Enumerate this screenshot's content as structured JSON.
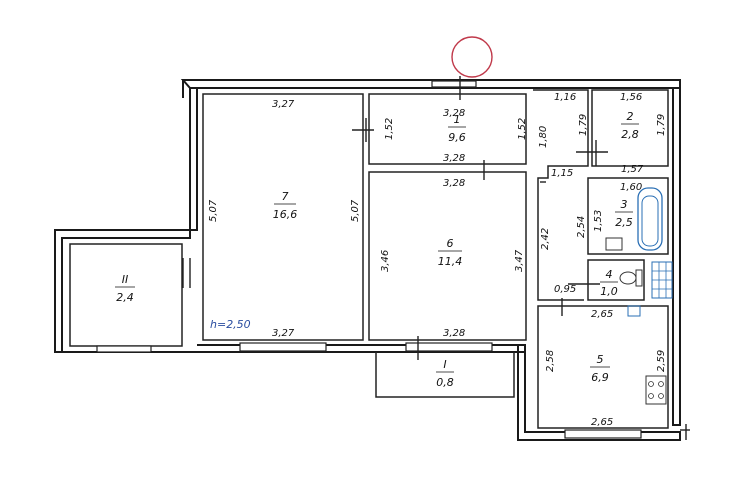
{
  "plan": {
    "height_note": "h=2,50",
    "rooms": [
      {
        "id": "1",
        "number": "1",
        "area": "9,6"
      },
      {
        "id": "2",
        "number": "2",
        "area": "2,8"
      },
      {
        "id": "3",
        "number": "3",
        "area": "2,5"
      },
      {
        "id": "4",
        "number": "4",
        "area": "1,0"
      },
      {
        "id": "5",
        "number": "5",
        "area": "6,9"
      },
      {
        "id": "6",
        "number": "6",
        "area": "11,4"
      },
      {
        "id": "7",
        "number": "7",
        "area": "16,6"
      },
      {
        "id": "balcony1",
        "number": "I",
        "area": "0,8"
      },
      {
        "id": "balcony2",
        "number": "II",
        "area": "2,4"
      }
    ],
    "dimensions": {
      "r7_top": "3,27",
      "r7_bottom": "3,27",
      "r7_left": "5,07",
      "r7_right": "5,07",
      "r1_top": "3,28",
      "r1_bottom": "3,28",
      "r1_left": "1,52",
      "r1_right": "1,52",
      "r6_top": "3,28",
      "r6_bottom": "3,28",
      "r6_left": "3,46",
      "r6_right": "3,47",
      "corr_top": "1,16",
      "corr_upper_left": "1,80",
      "corr_mid": "1,15",
      "corr_lower": "2,42",
      "corr_bottom": "0,95",
      "r2_top": "1,56",
      "r2_left": "1,79",
      "r2_right": "1,79",
      "r2_bottom": "1,57",
      "r3_top": "1,60",
      "r3_left": "2,54",
      "r3_inner": "1,53",
      "r5_top": "2,65",
      "r5_bottom": "2,65",
      "r5_left": "2,58",
      "r5_right": "2,59"
    }
  }
}
